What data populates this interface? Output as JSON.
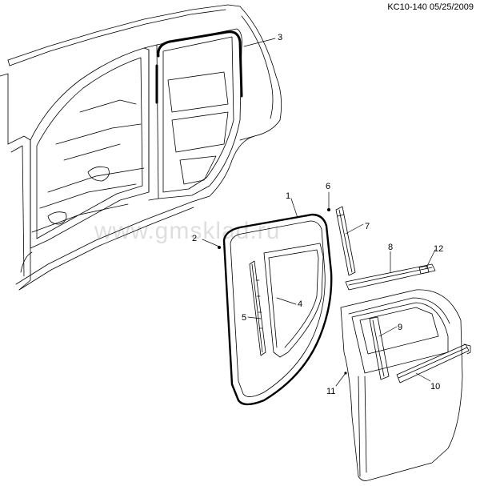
{
  "drawing_code": "KC10-140 05/25/2009",
  "watermark": "www.gmsklad.ru",
  "callouts": [
    {
      "id": "c1",
      "label": "1"
    },
    {
      "id": "c2",
      "label": "2"
    },
    {
      "id": "c3",
      "label": "3"
    },
    {
      "id": "c4",
      "label": "4"
    },
    {
      "id": "c5",
      "label": "5"
    },
    {
      "id": "c6",
      "label": "6"
    },
    {
      "id": "c7",
      "label": "7"
    },
    {
      "id": "c8",
      "label": "8"
    },
    {
      "id": "c9",
      "label": "9"
    },
    {
      "id": "c10",
      "label": "10"
    },
    {
      "id": "c11",
      "label": "11"
    },
    {
      "id": "c12",
      "label": "12"
    }
  ],
  "colors": {
    "line": "#000000",
    "background": "#ffffff",
    "watermark": "#bdbdbd"
  }
}
